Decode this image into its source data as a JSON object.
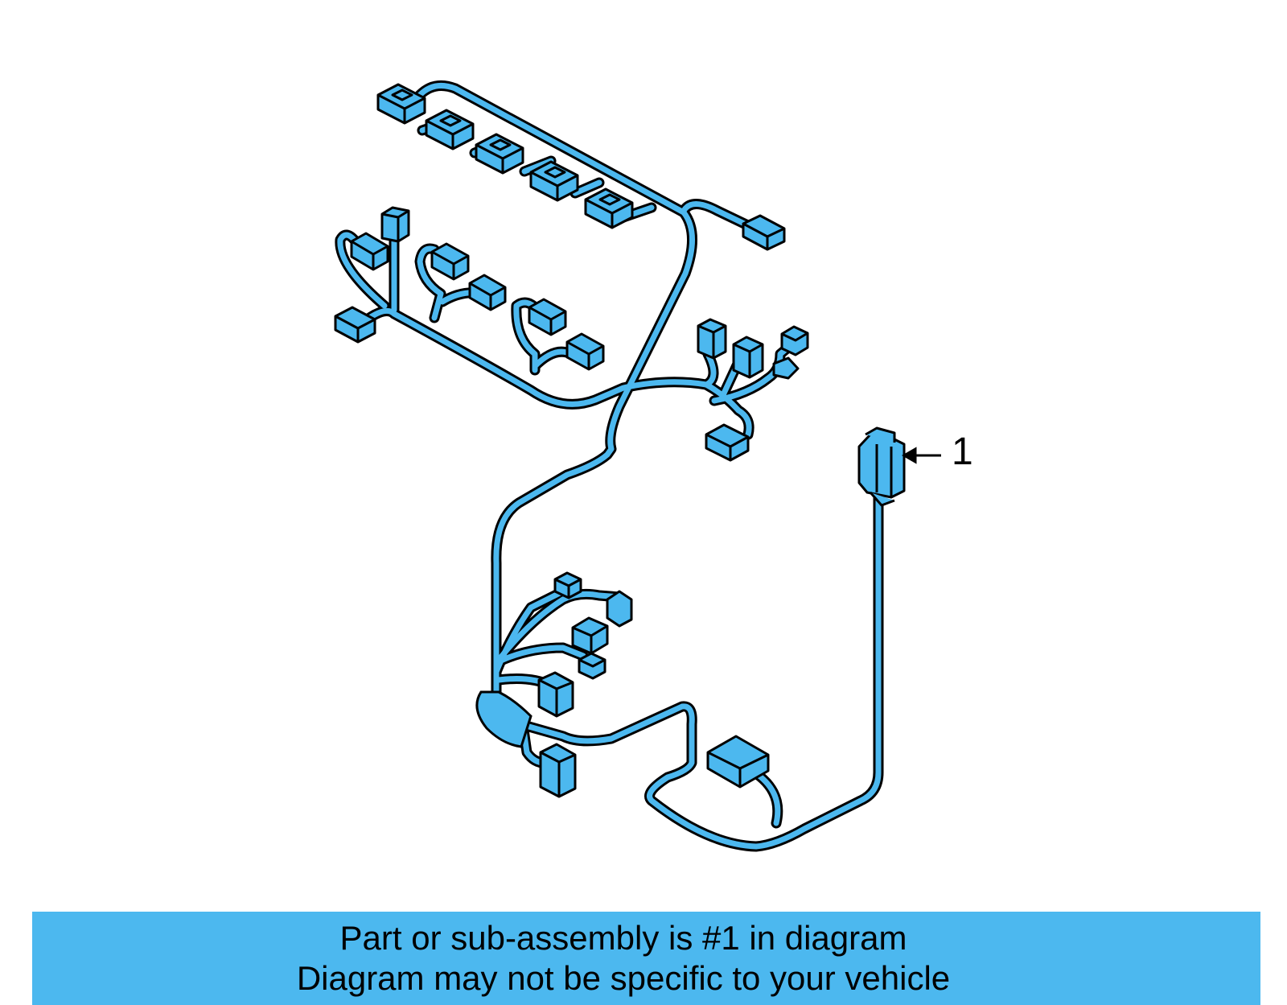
{
  "diagram": {
    "callout": "1",
    "colors": {
      "part_fill": "#4cb8ef",
      "outline": "#000000",
      "banner": "#4cb8ef"
    },
    "icon": "wiring-harness-icon"
  },
  "banner": {
    "line1": "Part or sub-assembly is #1 in diagram",
    "line2": "Diagram may not be specific to your vehicle"
  }
}
